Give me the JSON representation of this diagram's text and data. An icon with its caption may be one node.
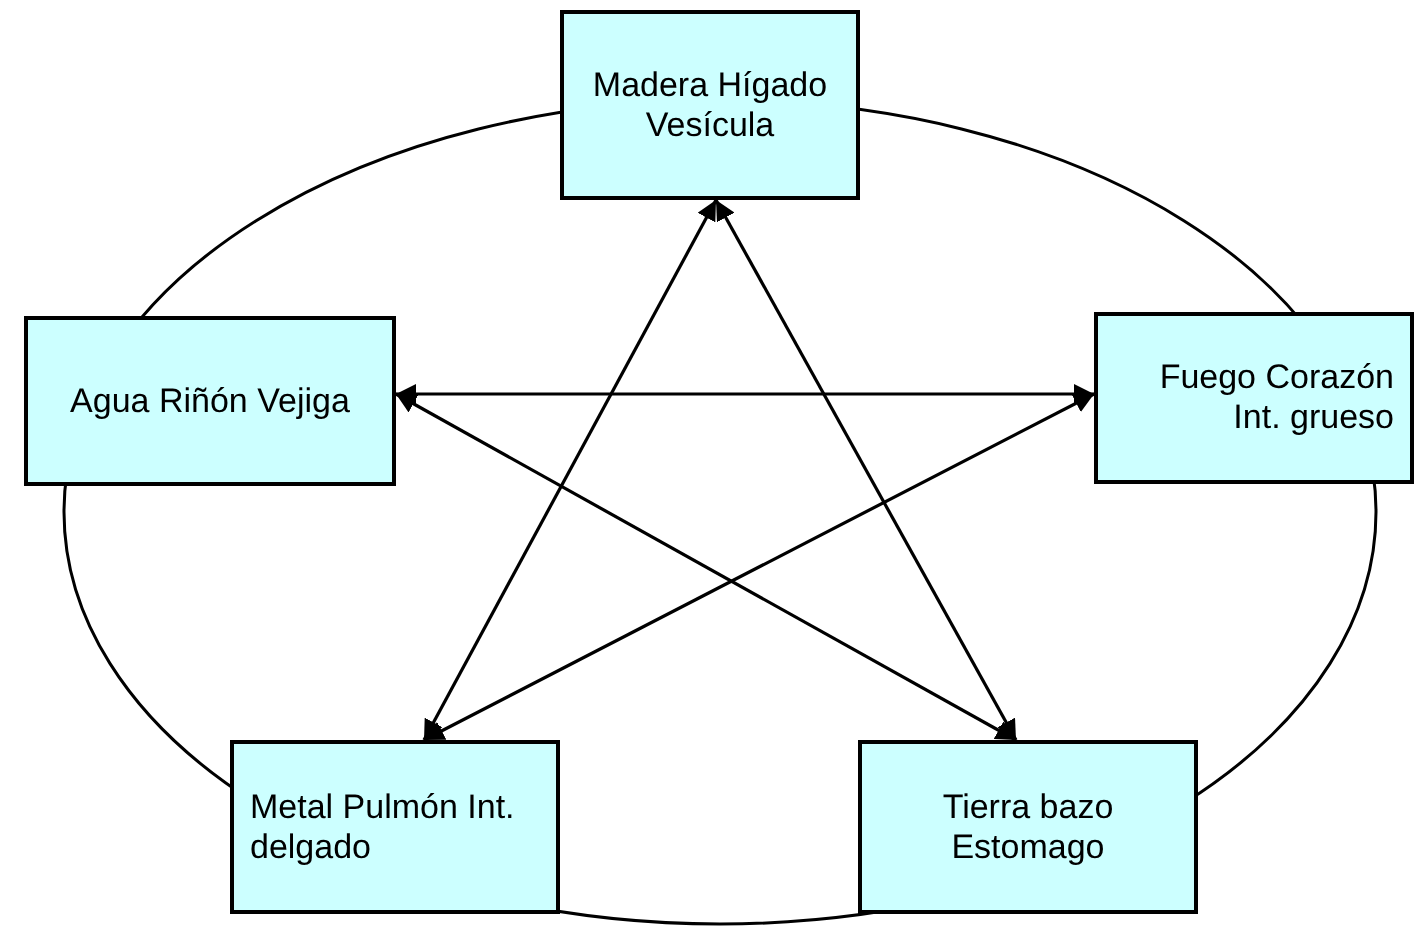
{
  "diagram": {
    "nodes": [
      {
        "text": [
          "Madera Hígado Vesícula"
        ]
      },
      {
        "text": [
          "Agua Riñón Vejiga"
        ]
      },
      {
        "text": [
          "Fuego Corazón Int. grueso"
        ]
      },
      {
        "text": [
          "Metal Pulmón Int. delgado"
        ]
      },
      {
        "text": [
          "Tierra bazo Estomago"
        ]
      }
    ],
    "edges": [
      {
        "from": 0,
        "to": 3,
        "arrow": "both"
      },
      {
        "from": 0,
        "to": 4,
        "arrow": "both"
      },
      {
        "from": 1,
        "to": 2,
        "arrow": "both"
      },
      {
        "from": 1,
        "to": 4,
        "arrow": "both"
      },
      {
        "from": 2,
        "to": 3,
        "arrow": "both"
      }
    ]
  }
}
